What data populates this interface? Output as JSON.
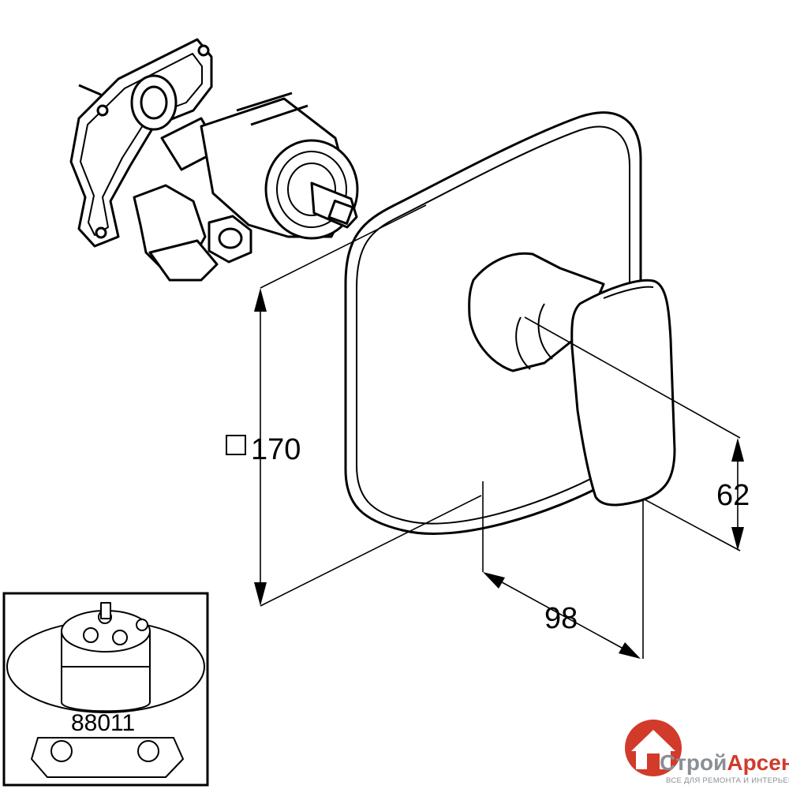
{
  "dimensions": {
    "width_label": "□170",
    "handle_label": "62",
    "depth_label": "98"
  },
  "inset": {
    "part_number": "88011"
  },
  "brand": {
    "name_part1": "Строй",
    "name_part2": "Арсенал",
    "tagline": "ВСЕ ДЛЯ РЕМОНТА И ИНТЕРЬЕРА",
    "accent_color": "#d23a2a",
    "text_color": "#8a8f94"
  },
  "colors": {
    "line": "#000000",
    "background": "#ffffff"
  }
}
